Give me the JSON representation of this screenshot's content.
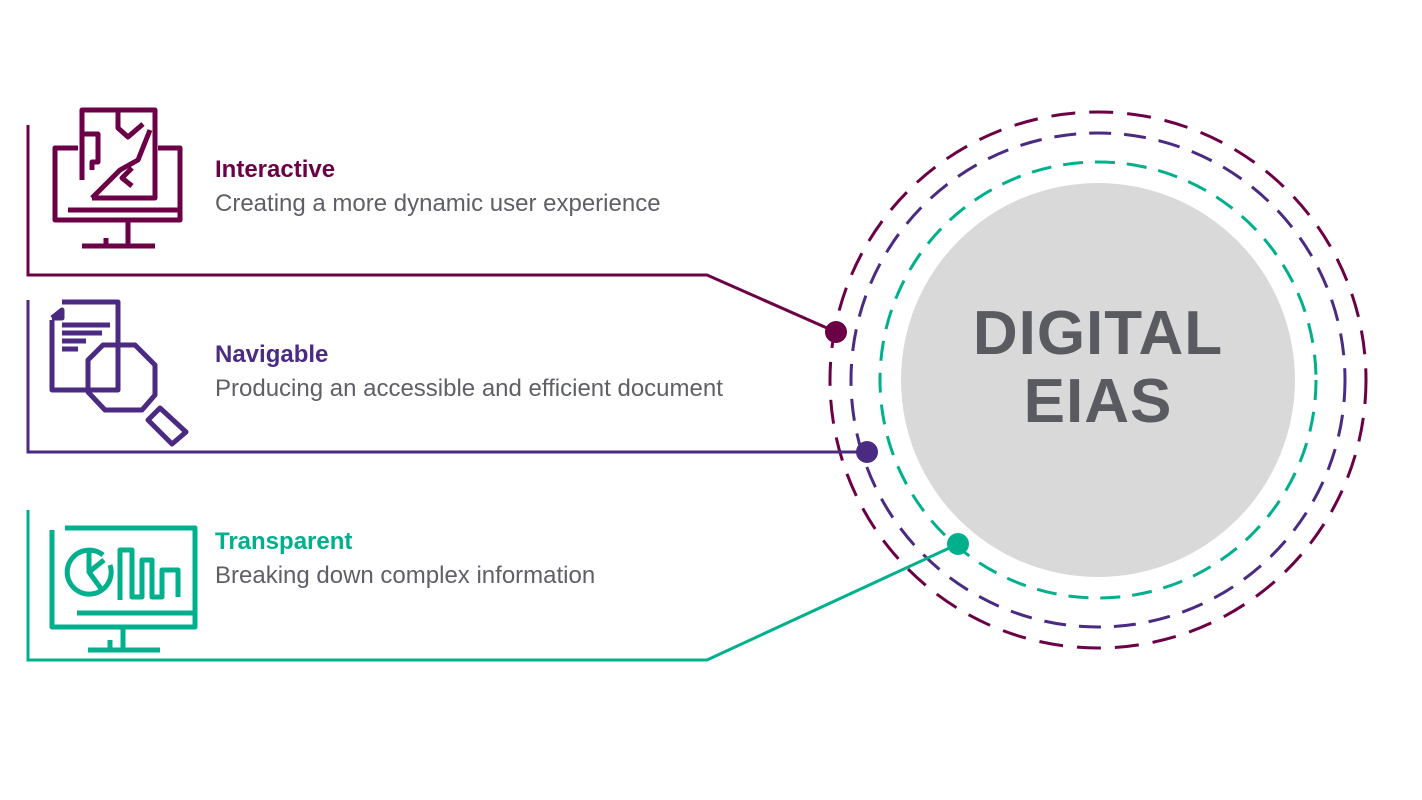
{
  "center": {
    "line1": "DIGITAL",
    "line2": "EIAS"
  },
  "features": [
    {
      "title": "Interactive",
      "subtitle": "Creating a more dynamic user experience",
      "color": "#6b0046",
      "icon": "monitor-map-icon"
    },
    {
      "title": "Navigable",
      "subtitle": "Producing an accessible and efficient document",
      "color": "#4b2a82",
      "icon": "document-magnifier-icon"
    },
    {
      "title": "Transparent",
      "subtitle": "Breaking down complex information",
      "color": "#00b08c",
      "icon": "monitor-chart-icon"
    }
  ],
  "colors": {
    "circle_fill": "#d9d9d9",
    "text_gray": "#5f6066"
  }
}
